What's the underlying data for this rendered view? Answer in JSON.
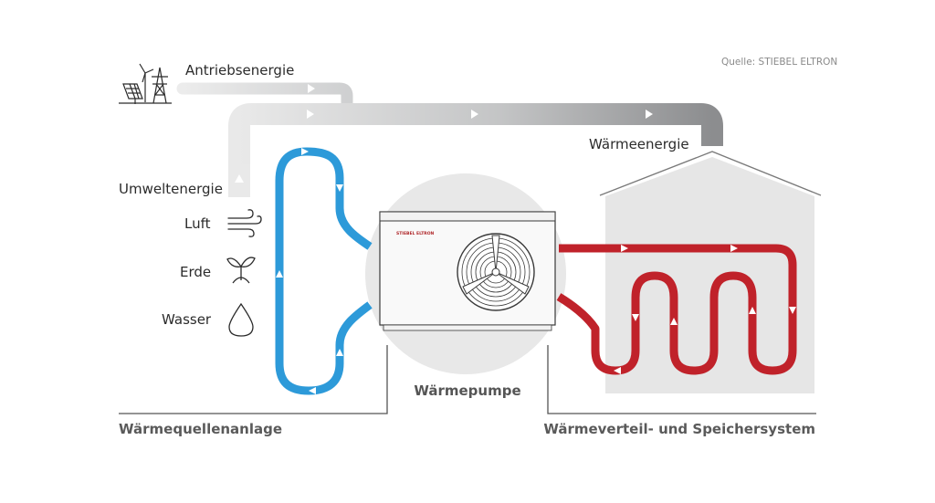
{
  "source": "Quelle: STIEBEL ELTRON",
  "labels": {
    "drive_energy": "Antriebsenergie",
    "heat_energy": "Wärmeenergie",
    "environment_energy": "Umweltenergie",
    "air": "Luft",
    "earth": "Erde",
    "water": "Wasser",
    "heat_pump": "Wärmepumpe",
    "heat_source_system": "Wärmequellenanlage",
    "distribution_system": "Wärmeverteil- und Speichersystem"
  },
  "brand": "STIEBEL ELTRON",
  "colors": {
    "cold_loop": "#2d9ad9",
    "hot_loop": "#c0222a",
    "energy_band_light": "#e3e3e3",
    "energy_band_dark": "#8e8f91",
    "house": "#e6e6e6",
    "pump_circle": "#e8e8e8",
    "text": "#2b2b2b"
  },
  "icons": [
    "solar-panel-icon",
    "wind-turbine-icon",
    "power-pylon-icon",
    "wind-icon",
    "sprout-icon",
    "water-drop-icon",
    "fan-icon"
  ]
}
